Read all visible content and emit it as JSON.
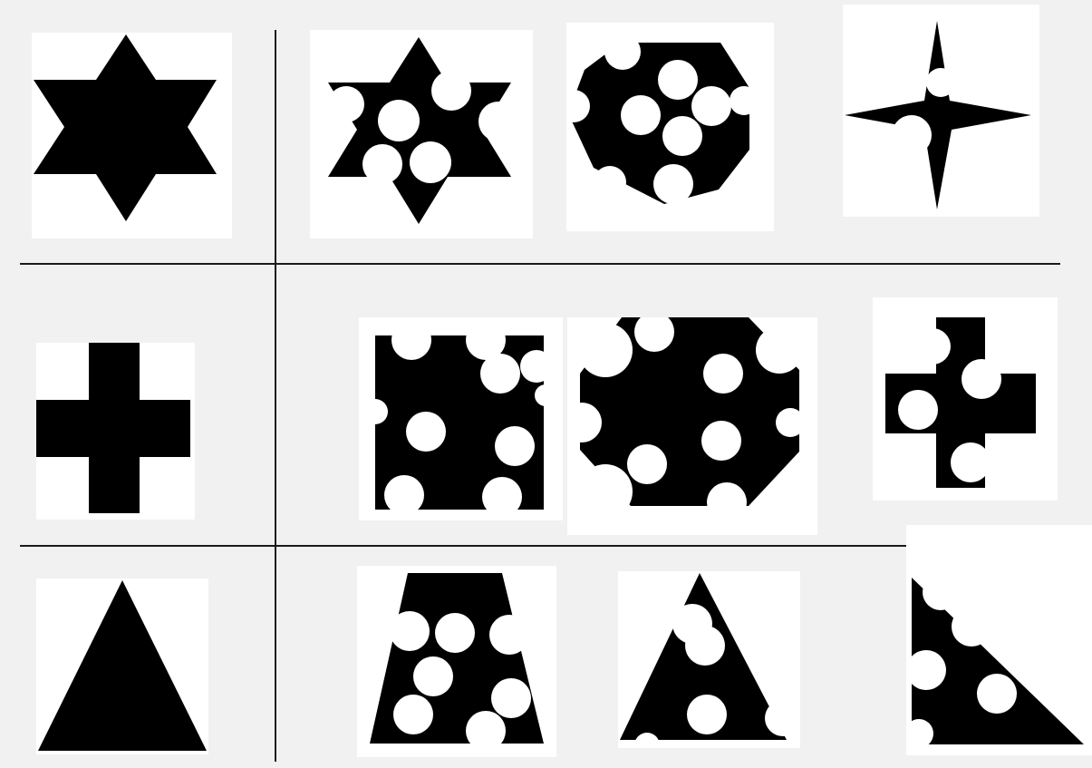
{
  "colors": {
    "background": "#f1f1f1",
    "panel": "#ffffff",
    "shape": "#000000",
    "hole": "#ffffff",
    "grid_line": "#1a1a1a"
  },
  "rows": [
    {
      "reference": "six-point-star",
      "candidates": [
        "star-with-holes",
        "octagon-with-holes",
        "four-point-star-with-holes"
      ]
    },
    {
      "reference": "plus-cross",
      "candidates": [
        "square-with-holes",
        "octagon-with-holes",
        "small-cross-with-holes"
      ]
    },
    {
      "reference": "triangle",
      "candidates": [
        "trapezoid-with-holes",
        "triangle-with-holes",
        "right-triangle-with-holes"
      ]
    }
  ]
}
